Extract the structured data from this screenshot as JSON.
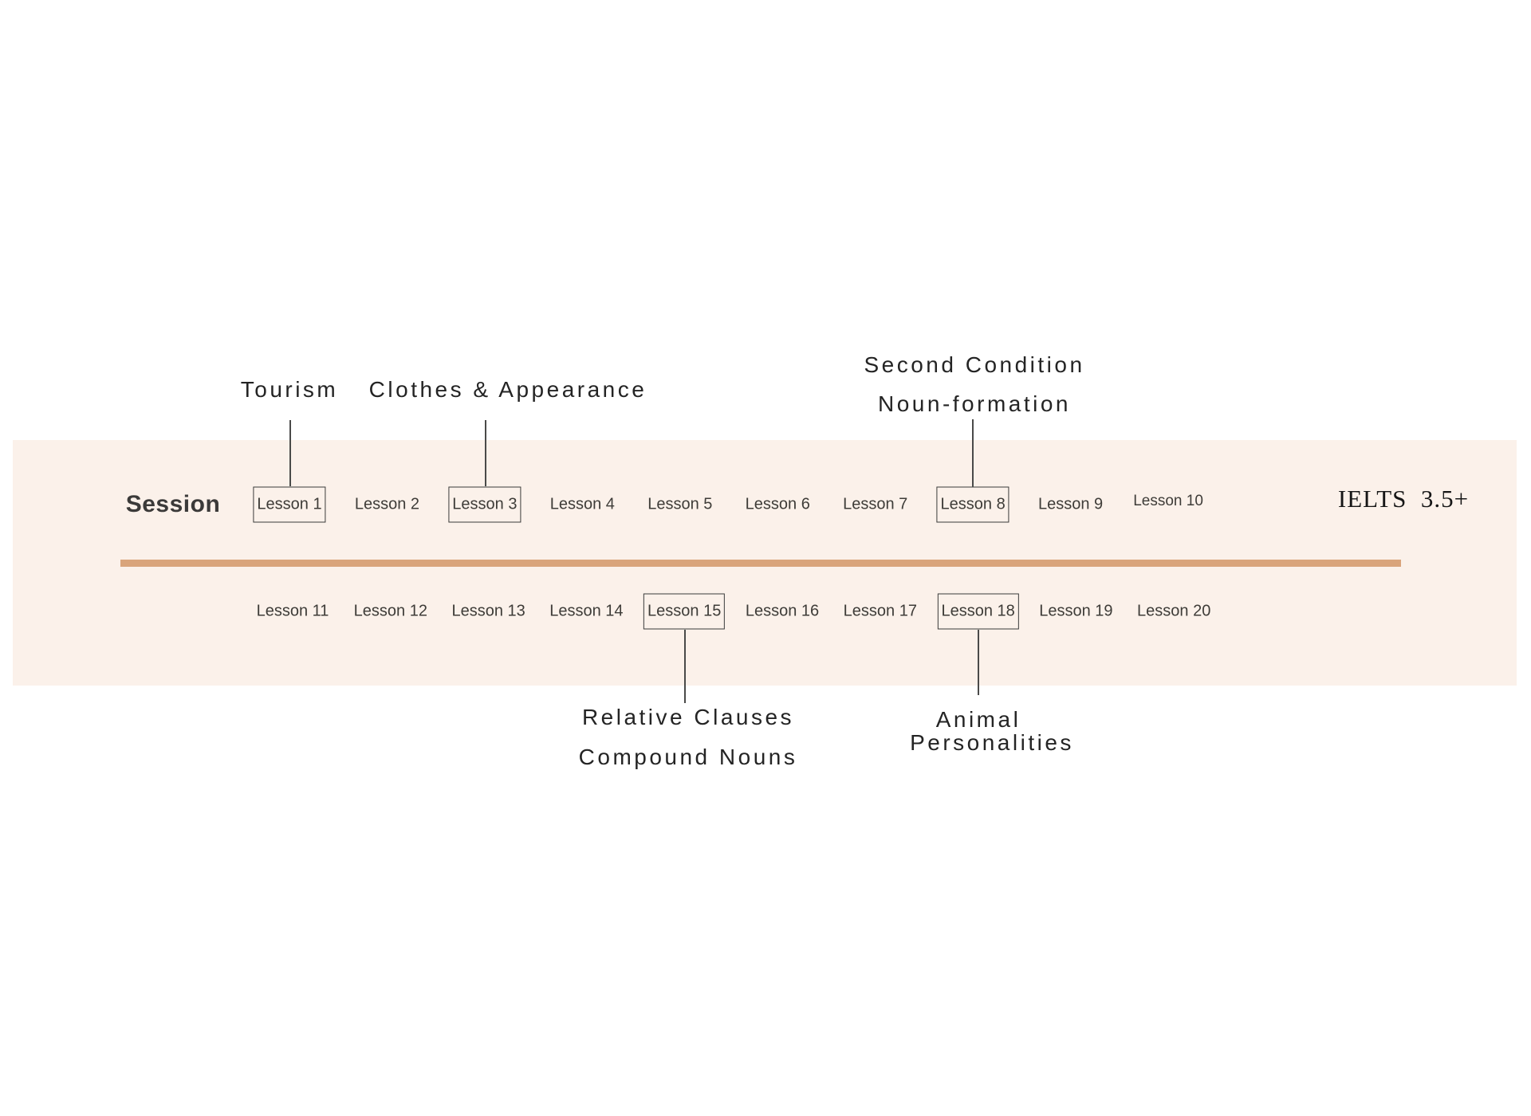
{
  "header": {
    "session_label": "Session",
    "level_label": "IELTS  3.5+"
  },
  "timeline": {
    "top_row": [
      {
        "label": "Lesson 1",
        "boxed": true
      },
      {
        "label": "Lesson 2",
        "boxed": false
      },
      {
        "label": "Lesson 3",
        "boxed": true
      },
      {
        "label": "Lesson 4",
        "boxed": false
      },
      {
        "label": "Lesson 5",
        "boxed": false
      },
      {
        "label": "Lesson 6",
        "boxed": false
      },
      {
        "label": "Lesson 7",
        "boxed": false
      },
      {
        "label": "Lesson 8",
        "boxed": true
      },
      {
        "label": "Lesson 9",
        "boxed": false
      },
      {
        "label": "Lesson 10",
        "boxed": false
      }
    ],
    "bottom_row": [
      {
        "label": "Lesson 11",
        "boxed": false
      },
      {
        "label": "Lesson 12",
        "boxed": false
      },
      {
        "label": "Lesson 13",
        "boxed": false
      },
      {
        "label": "Lesson 14",
        "boxed": false
      },
      {
        "label": "Lesson 15",
        "boxed": true
      },
      {
        "label": "Lesson 16",
        "boxed": false
      },
      {
        "label": "Lesson 17",
        "boxed": false
      },
      {
        "label": "Lesson 18",
        "boxed": true
      },
      {
        "label": "Lesson 19",
        "boxed": false
      },
      {
        "label": "Lesson 20",
        "boxed": false
      }
    ]
  },
  "callouts": {
    "lesson1": {
      "target": "Lesson 1",
      "lines": [
        "Tourism"
      ]
    },
    "lesson3": {
      "target": "Lesson 3",
      "lines": [
        "Clothes & Appearance"
      ]
    },
    "lesson8": {
      "target": "Lesson 8",
      "lines": [
        "Second Condition",
        "Noun-formation"
      ]
    },
    "lesson15": {
      "target": "Lesson 15",
      "lines": [
        "Relative Clauses",
        "Compound Nouns"
      ]
    },
    "lesson18": {
      "target": "Lesson 18",
      "lines": [
        "Animal",
        "Personalities"
      ]
    }
  },
  "colors": {
    "band_bg": "#fbf1ea",
    "divider": "#d9a47b",
    "connector": "#4a4a49",
    "box_border": "#3a3a3a",
    "lesson_text": "#3e3c38",
    "callout_text": "#242424",
    "session_text": "#3b3a39",
    "level_text": "#161616"
  }
}
